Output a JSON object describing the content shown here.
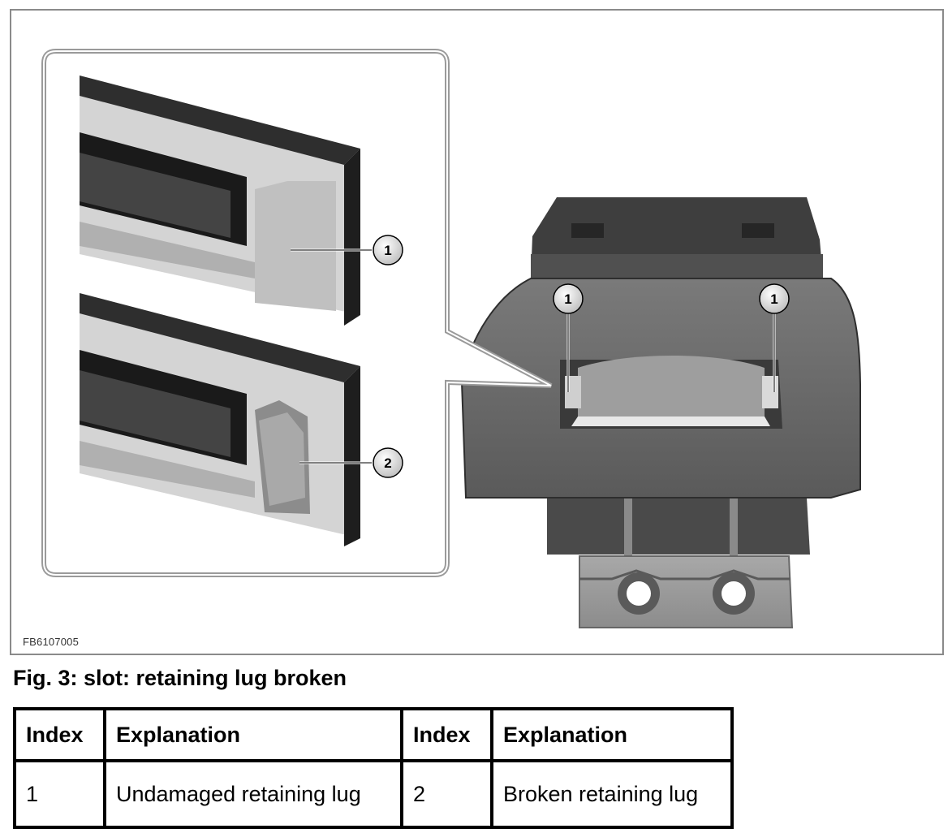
{
  "figure": {
    "id_code": "FB6107005",
    "callouts": [
      "1",
      "1",
      "1",
      "2"
    ]
  },
  "caption": "Fig. 3: slot: retaining lug broken",
  "legend": {
    "headers": [
      "Index",
      "Explanation",
      "Index",
      "Explanation"
    ],
    "rows": [
      [
        "1",
        "Undamaged retaining lug",
        "2",
        "Broken retaining lug"
      ]
    ]
  }
}
